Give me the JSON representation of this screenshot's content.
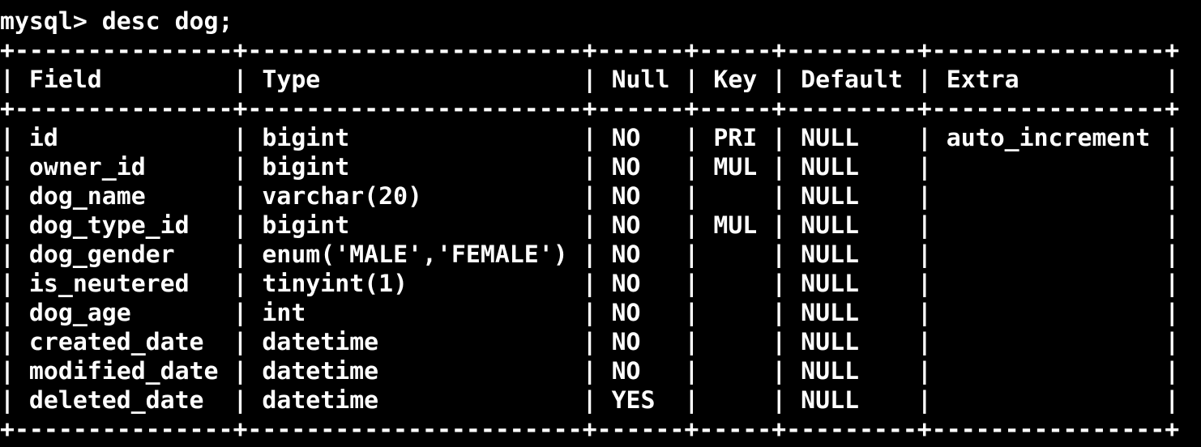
{
  "terminal": {
    "prompt": "mysql> ",
    "command": "desc dog;",
    "table": {
      "columns": [
        "Field",
        "Type",
        "Null",
        "Key",
        "Default",
        "Extra"
      ],
      "rows": [
        [
          "id",
          "bigint",
          "NO",
          "PRI",
          "NULL",
          "auto_increment"
        ],
        [
          "owner_id",
          "bigint",
          "NO",
          "MUL",
          "NULL",
          ""
        ],
        [
          "dog_name",
          "varchar(20)",
          "NO",
          "",
          "NULL",
          ""
        ],
        [
          "dog_type_id",
          "bigint",
          "NO",
          "MUL",
          "NULL",
          ""
        ],
        [
          "dog_gender",
          "enum('MALE','FEMALE')",
          "NO",
          "",
          "NULL",
          ""
        ],
        [
          "is_neutered",
          "tinyint(1)",
          "NO",
          "",
          "NULL",
          ""
        ],
        [
          "dog_age",
          "int",
          "NO",
          "",
          "NULL",
          ""
        ],
        [
          "created_date",
          "datetime",
          "NO",
          "",
          "NULL",
          ""
        ],
        [
          "modified_date",
          "datetime",
          "NO",
          "",
          "NULL",
          ""
        ],
        [
          "deleted_date",
          "datetime",
          "YES",
          "",
          "NULL",
          ""
        ]
      ]
    },
    "colors": {
      "background": "#000000",
      "foreground": "#ffffff"
    }
  }
}
